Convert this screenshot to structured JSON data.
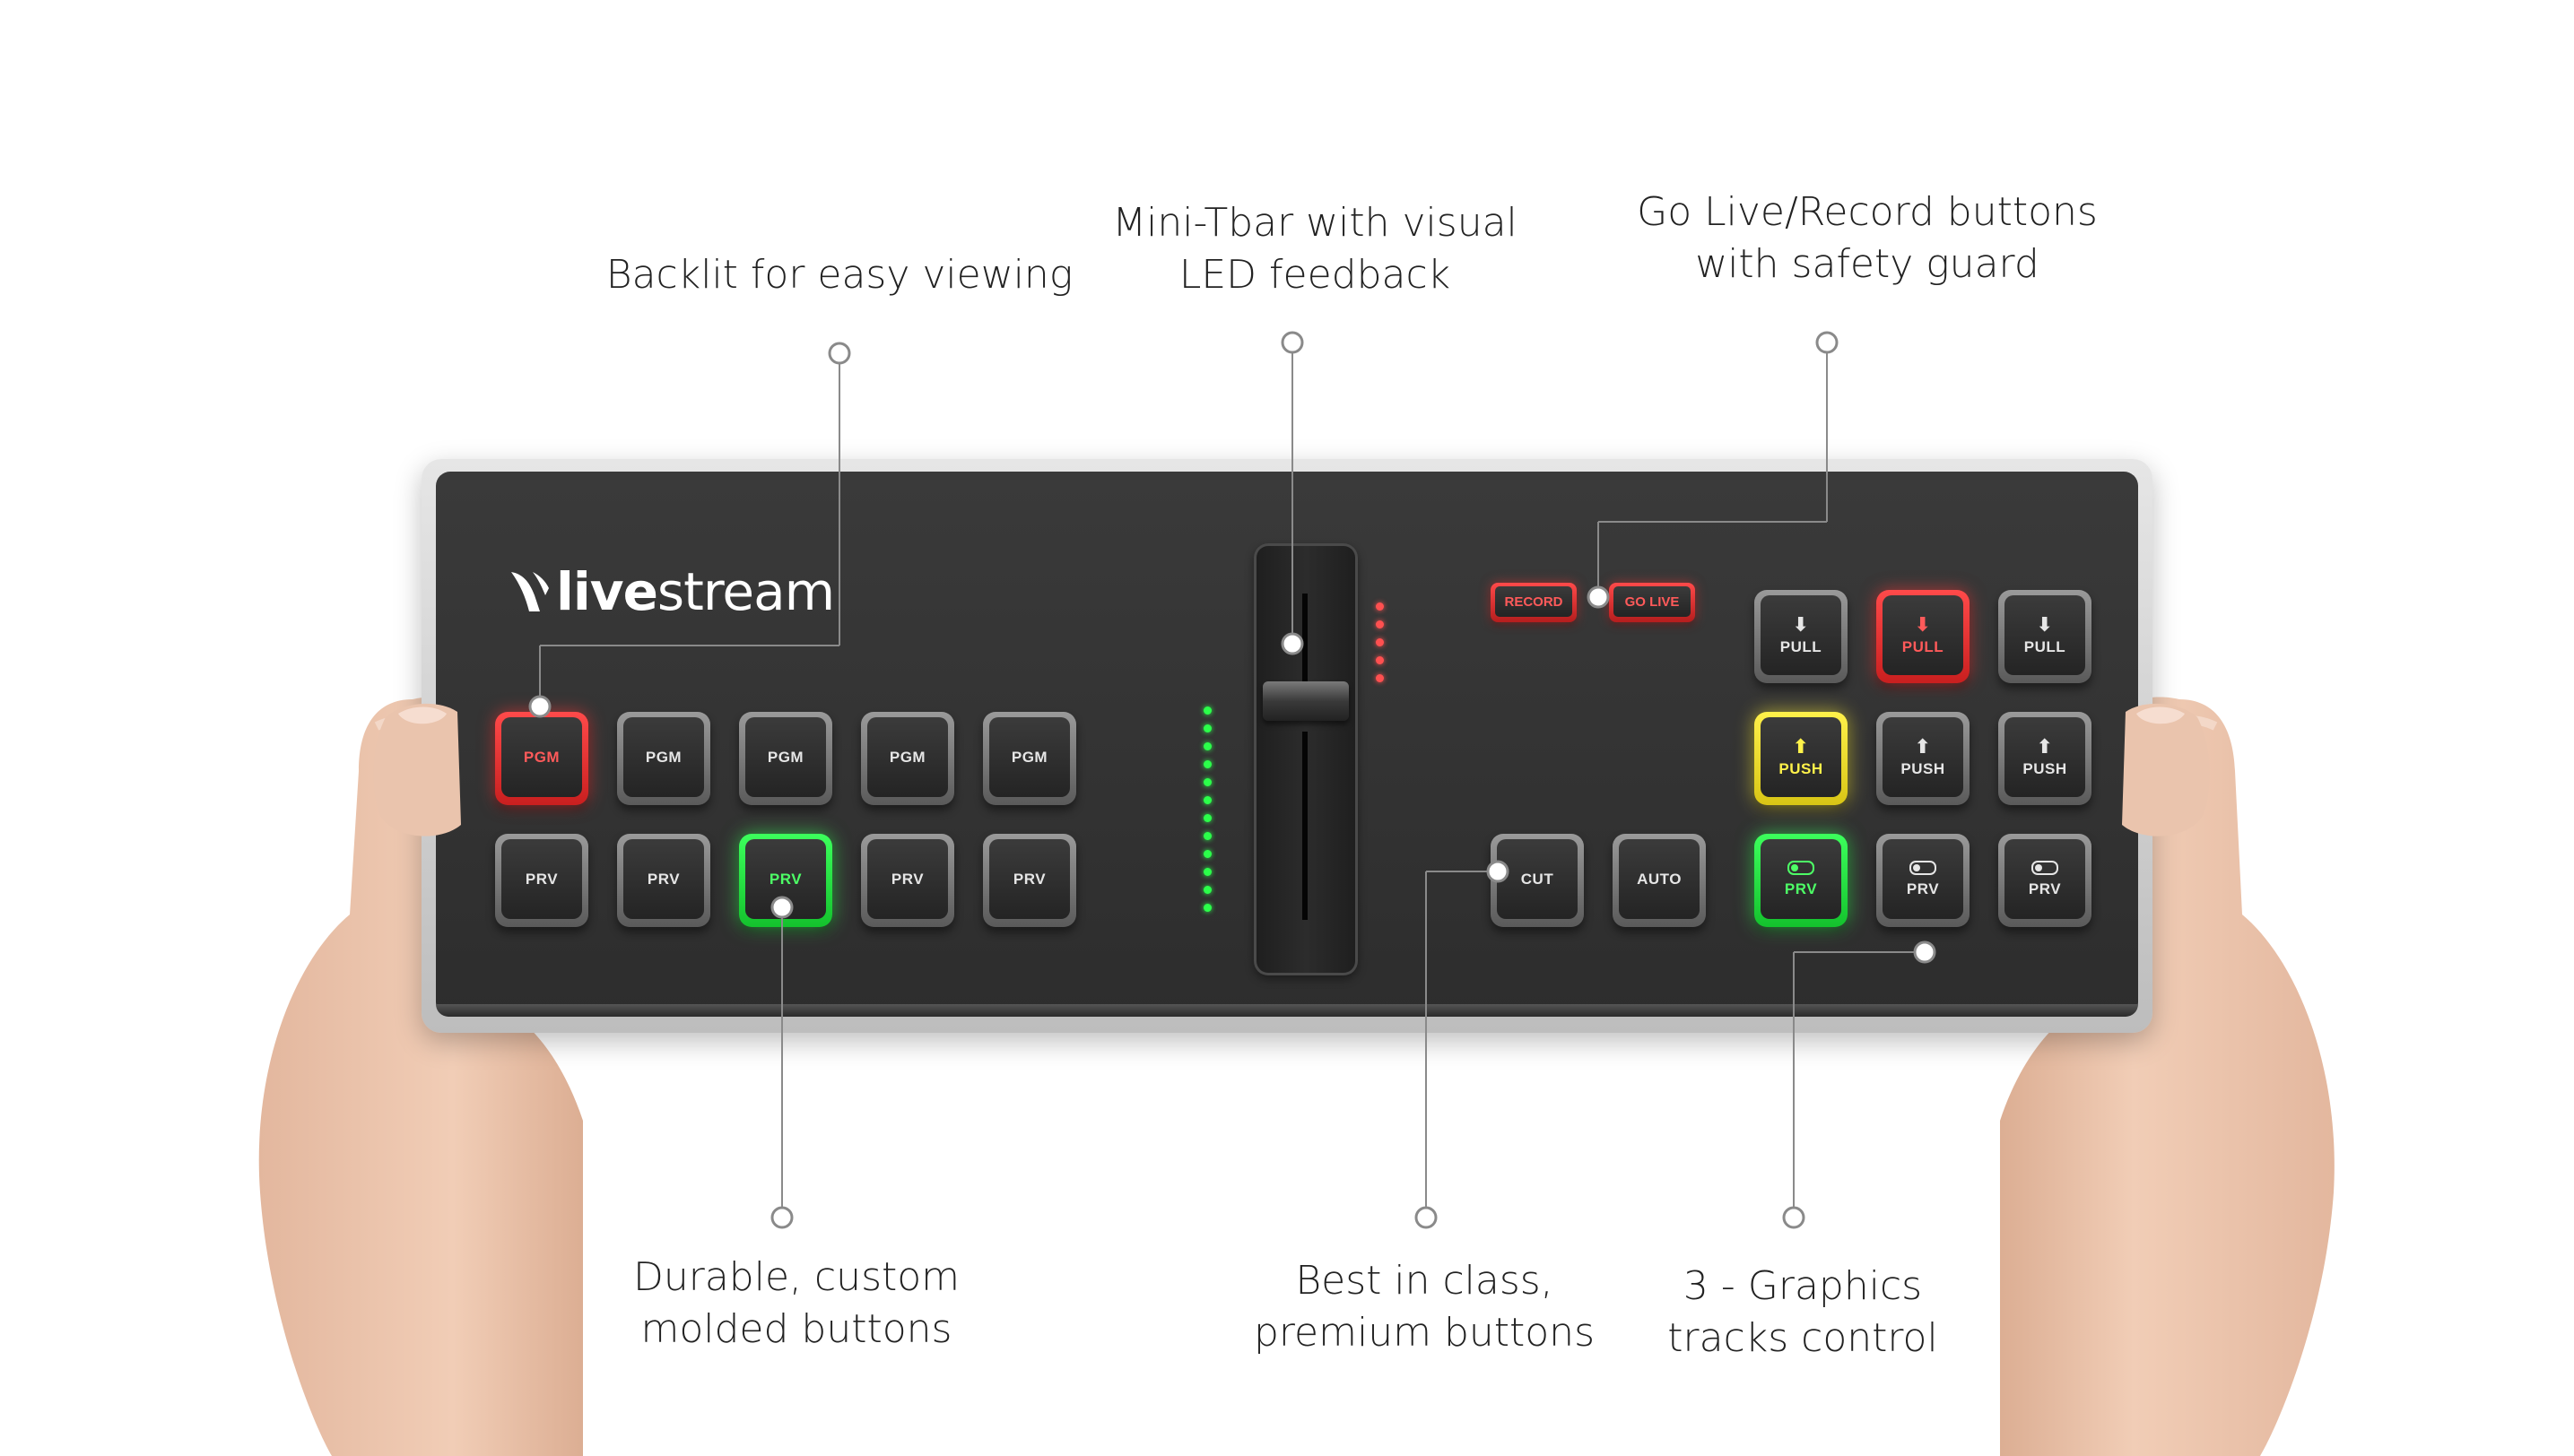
{
  "callouts": {
    "backlit": {
      "line1": "Backlit for easy viewing"
    },
    "tbar": {
      "line1": "Mini-Tbar with visual",
      "line2": "LED feedback"
    },
    "golive": {
      "line1": "Go Live/Record buttons",
      "line2": "with safety guard"
    },
    "durable": {
      "line1": "Durable, custom",
      "line2": "molded buttons"
    },
    "premium": {
      "line1": "Best in class,",
      "line2": "premium buttons"
    },
    "graphics": {
      "line1": "3 - Graphics",
      "line2": "tracks control"
    }
  },
  "device": {
    "logo": {
      "prefix": "live",
      "suffix": "stream"
    },
    "pgm_row": [
      "PGM",
      "PGM",
      "PGM",
      "PGM",
      "PGM"
    ],
    "prv_row": [
      "PRV",
      "PRV",
      "PRV",
      "PRV",
      "PRV"
    ],
    "record_label": "RECORD",
    "golive_label": "GO LIVE",
    "cut_label": "CUT",
    "auto_label": "AUTO",
    "graphics": {
      "pull": [
        "PULL",
        "PULL",
        "PULL"
      ],
      "push": [
        "PUSH",
        "PUSH",
        "PUSH"
      ],
      "prv": [
        "PRV",
        "PRV",
        "PRV"
      ]
    }
  },
  "colors": {
    "live_red": "#ff4a4a",
    "preview_green": "#3cff5c",
    "push_yellow": "#fff14a",
    "panel_dark": "#333333"
  },
  "icons": [
    "arrow-down-icon",
    "arrow-up-icon",
    "toggle-icon"
  ]
}
